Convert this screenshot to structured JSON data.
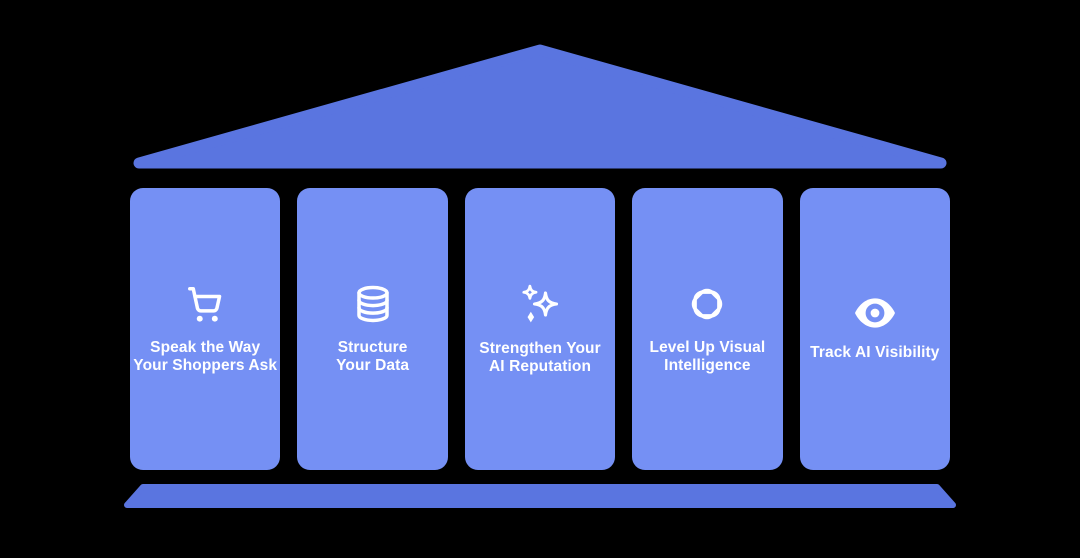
{
  "diagram": {
    "description": "Temple diagram with roof, five pillars and a base slab",
    "colors": {
      "background": "#000000",
      "roof": "#5A75E0",
      "base": "#5A75E0",
      "pillar": "#7590F4",
      "text": "#FFFFFF",
      "icon": "#FFFFFF"
    },
    "pillars": [
      {
        "icon": "shopping-cart-icon",
        "line1": "Speak the Way",
        "line2": "Your Shoppers Ask"
      },
      {
        "icon": "database-icon",
        "line1": "Structure",
        "line2": "Your Data"
      },
      {
        "icon": "sparkles-icon",
        "line1": "Strengthen Your",
        "line2": "AI Reputation"
      },
      {
        "icon": "flower-knot-icon",
        "line1": "Level Up Visual",
        "line2": "Intelligence"
      },
      {
        "icon": "eye-icon",
        "line1": "Track AI Visibility"
      }
    ]
  }
}
